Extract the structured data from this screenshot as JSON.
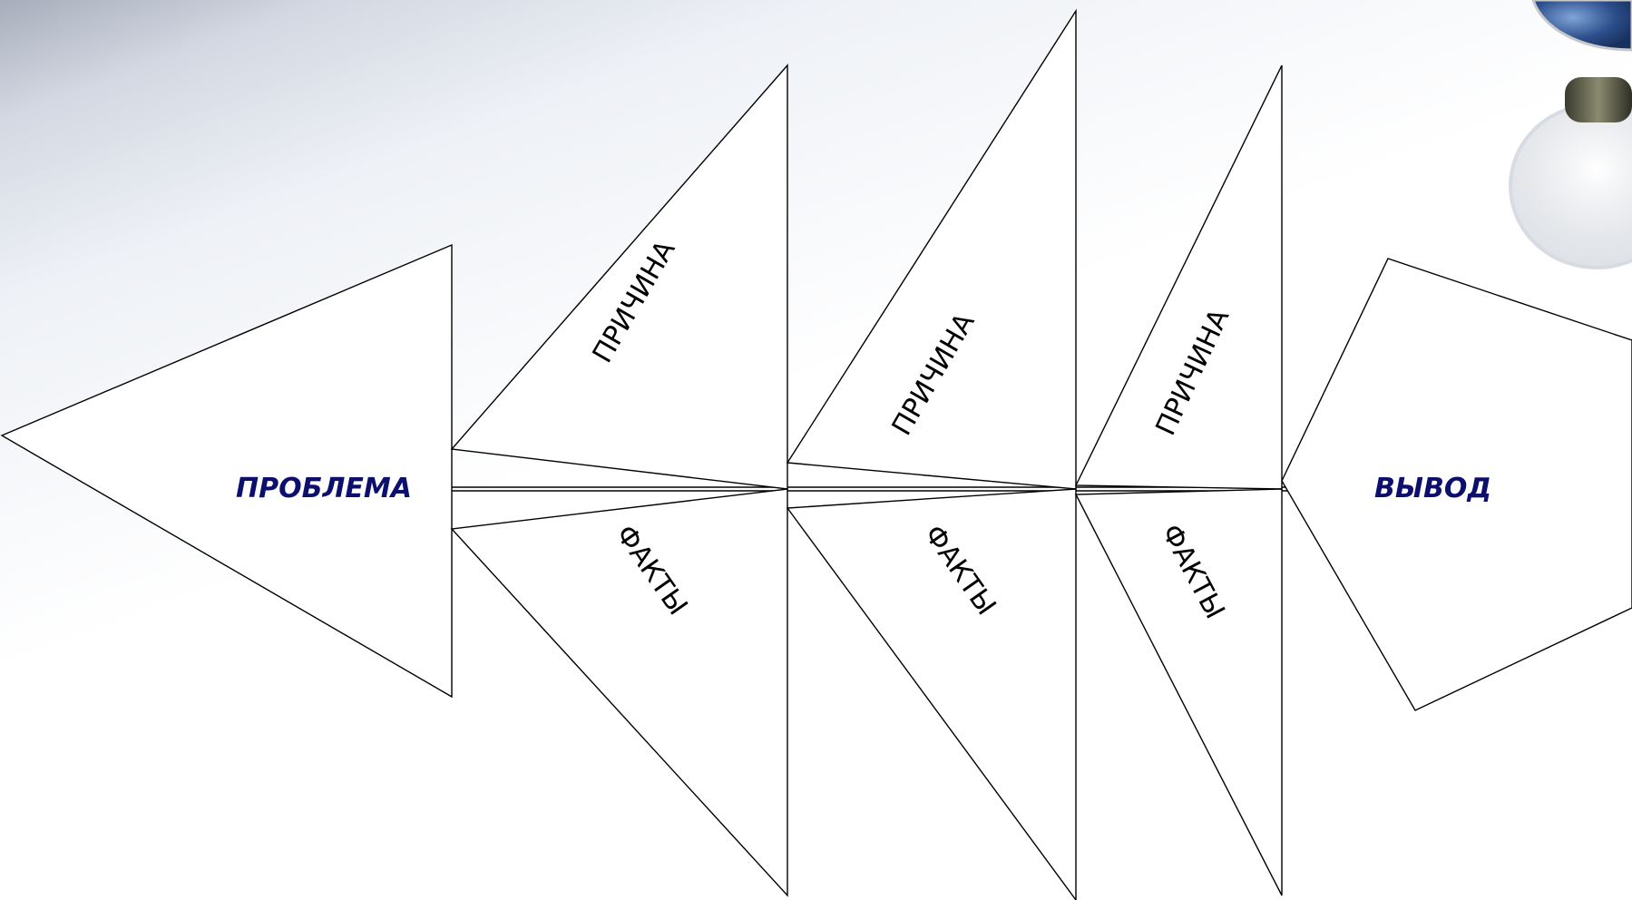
{
  "diagram": {
    "type": "fishbone",
    "problem_label": "ПРОБЛЕМА",
    "conclusion_label": "ВЫВОД",
    "bones": [
      {
        "cause_label": "ПРИЧИНА",
        "facts_label": "ФАКТЫ"
      },
      {
        "cause_label": "ПРИЧИНА",
        "facts_label": "ФАКТЫ"
      },
      {
        "cause_label": "ПРИЧИНА",
        "facts_label": "ФАКТЫ"
      }
    ]
  },
  "colors": {
    "label_text": "#0d0f6e",
    "outline": "#000000",
    "fill": "#ffffff"
  },
  "decoration": {
    "corner_image": "globe-icon"
  }
}
